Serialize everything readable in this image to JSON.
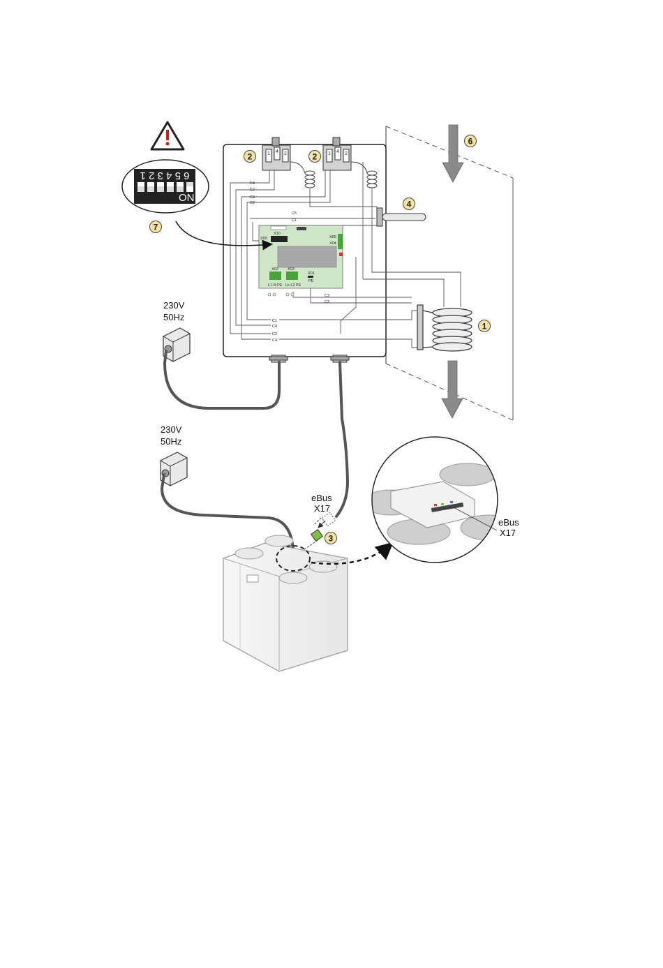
{
  "power_top": {
    "voltage": "230V",
    "frequency": "50Hz"
  },
  "power_bottom": {
    "voltage": "230V",
    "frequency": "50Hz"
  },
  "ebus_main": {
    "name": "eBus",
    "connector": "X17"
  },
  "ebus_zoom": {
    "name": "eBus",
    "connector": "X17"
  },
  "dip_switch": {
    "digits_top": "6 5 4 3 2 1",
    "on_label": "ON"
  },
  "badges": {
    "b1": "1",
    "b2a": "2",
    "b2b": "2",
    "b3": "3",
    "b4": "4",
    "b6": "6",
    "b7": "7"
  },
  "cable_labels": {
    "c4a": "C4",
    "c2a": "C2",
    "c4b": "C4",
    "c2b": "C2",
    "c5": "C5",
    "c1a": "C1",
    "c3a": "C3",
    "c3b": "C3",
    "c1b": "C1",
    "c4c": "C4",
    "c2c": "C2",
    "c4d": "C4"
  },
  "pcb": {
    "x10": "X10",
    "x09": "X09",
    "x05": "X05",
    "x04": "X04",
    "x02": "X02",
    "x03": "X03",
    "x01": "X01",
    "x02_pins": "L1 N PE",
    "x03_pins": "Lk L2 PE",
    "x01_pin": "PE"
  },
  "thermostat_pins": {
    "p1": "1",
    "p4": "4",
    "p2": "2"
  },
  "colors": {
    "badge_fill": "#f3e4a6",
    "pcb_green": "#cfe6c9",
    "arrow_gray": "#8a8a8a",
    "connector_green": "#7cbf44"
  },
  "icons": [
    "warning-triangle-icon",
    "power-socket-icon",
    "arrow-down-icon",
    "dashed-arrow-icon"
  ]
}
